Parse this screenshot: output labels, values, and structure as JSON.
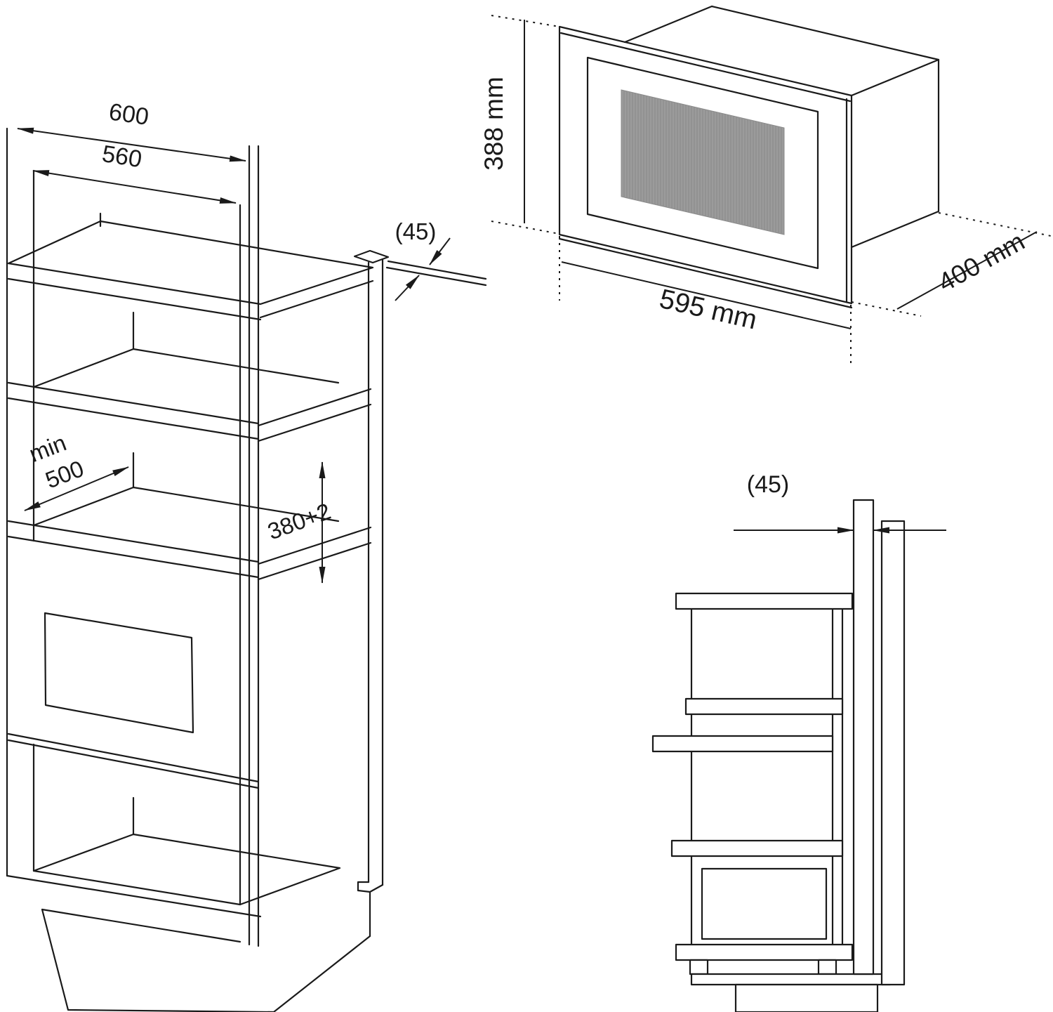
{
  "colors": {
    "line": "#1a1a1a",
    "window_gray": "#9b9b9b",
    "background": "#ffffff"
  },
  "cabinet_view": {
    "width_outer": "600",
    "width_inner": "560",
    "depth_min_line1": "min",
    "depth_min_line2": "500",
    "niche_height": "380+2",
    "panel_thickness": "(45)"
  },
  "oven_view": {
    "height": "388 mm",
    "width": "595 mm",
    "depth": "400 mm"
  },
  "side_view": {
    "panel_thickness": "(45)"
  }
}
